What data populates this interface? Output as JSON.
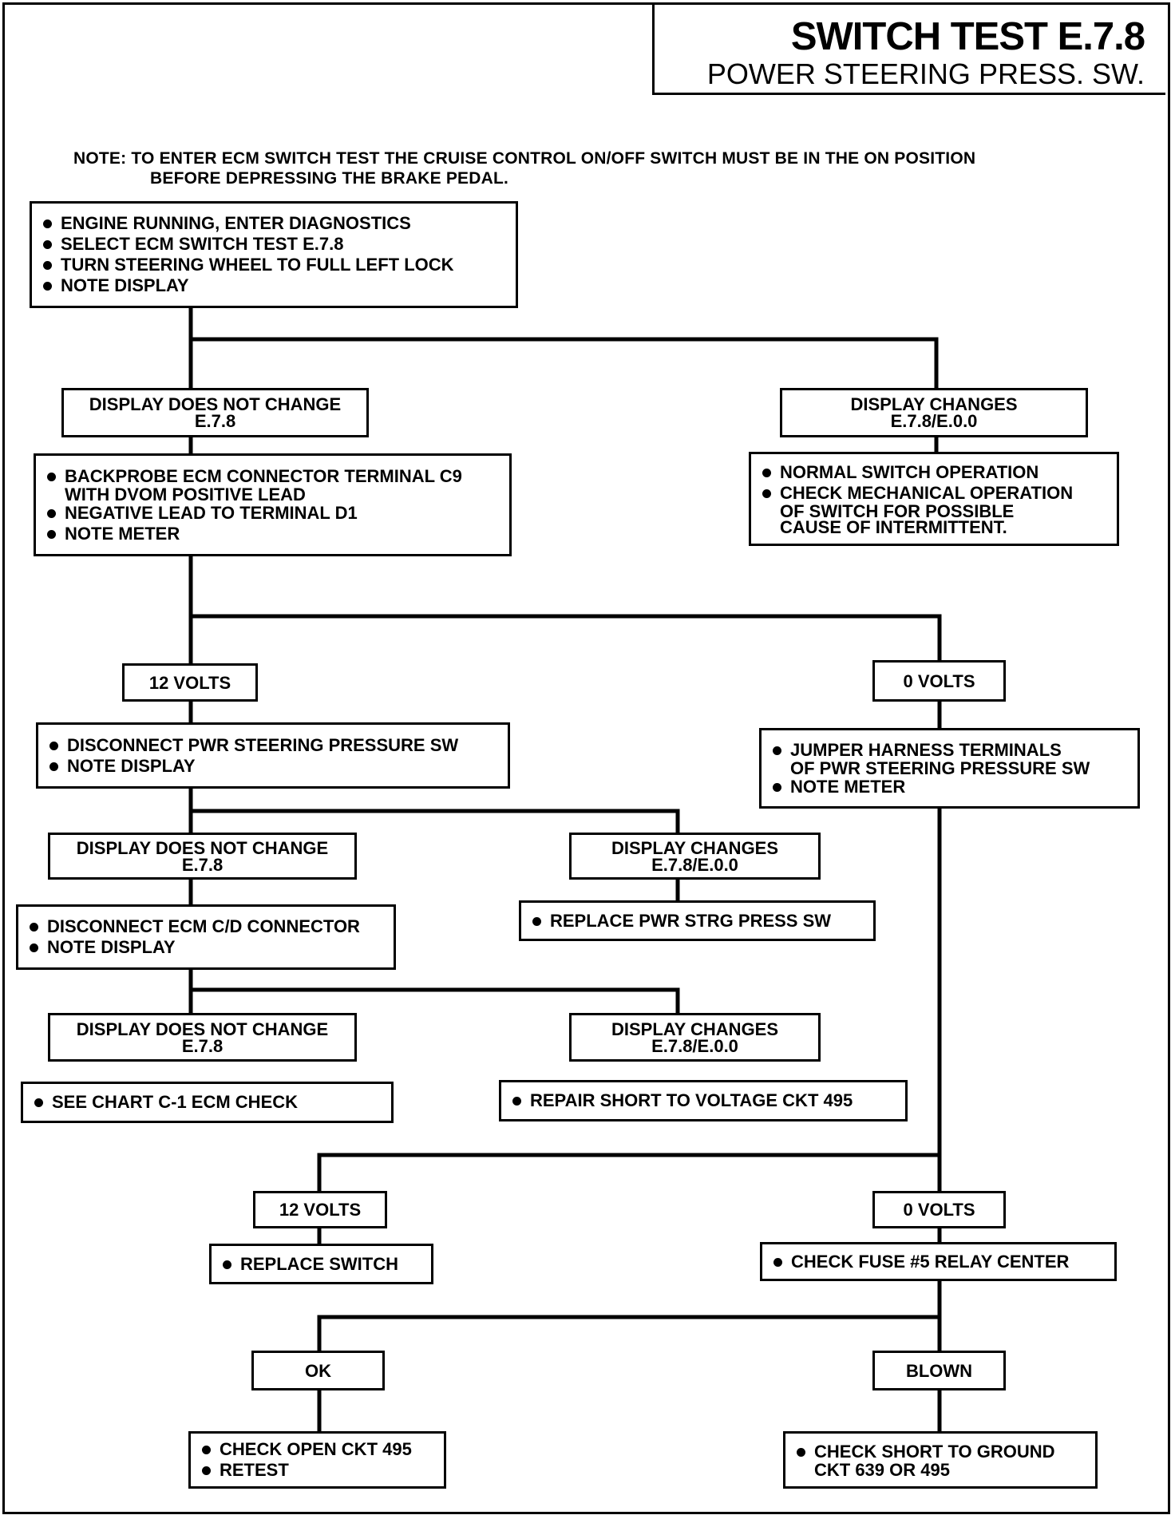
{
  "header": {
    "title": "SWITCH TEST E.7.8",
    "subtitle": "POWER STEERING PRESS. SW."
  },
  "note": {
    "line1": "NOTE: TO ENTER ECM SWITCH TEST THE CRUISE CONTROL ON/OFF SWITCH MUST BE IN THE ON POSITION",
    "line2": "BEFORE DEPRESSING THE BRAKE PEDAL."
  },
  "steps": {
    "start": [
      "ENGINE RUNNING, ENTER DIAGNOSTICS",
      "SELECT ECM SWITCH TEST E.7.8",
      "TURN STEERING WHEEL TO FULL LEFT LOCK",
      "NOTE DISPLAY"
    ],
    "no_change_1": [
      "DISPLAY DOES NOT CHANGE",
      "E.7.8"
    ],
    "changes_1": [
      "DISPLAY CHANGES",
      "E.7.8/E.0.0"
    ],
    "normal_op": {
      "item1": "NORMAL SWITCH OPERATION",
      "item2": "CHECK MECHANICAL OPERATION",
      "item2_cont1": "OF SWITCH  FOR POSSIBLE",
      "item2_cont2": "CAUSE OF INTERMITTENT."
    },
    "backprobe": {
      "item1": "BACKPROBE ECM CONNECTOR TERMINAL C9",
      "item1_cont": "WITH DVOM POSITIVE LEAD",
      "item2": "NEGATIVE LEAD TO TERMINAL D1",
      "item3": "NOTE METER"
    },
    "volts12_a": "12 VOLTS",
    "volts0_a": "0 VOLTS",
    "disconnect_sw": [
      "DISCONNECT PWR STEERING PRESSURE SW",
      "NOTE DISPLAY"
    ],
    "jumper": {
      "item1": "JUMPER HARNESS TERMINALS",
      "item1_cont": "OF PWR STEERING PRESSURE SW",
      "item2": "NOTE METER"
    },
    "no_change_2": [
      "DISPLAY DOES NOT CHANGE",
      "E.7.8"
    ],
    "changes_2": [
      "DISPLAY CHANGES",
      "E.7.8/E.0.0"
    ],
    "replace_press_sw": "REPLACE PWR STRG PRESS SW",
    "disconnect_ecm": [
      "DISCONNECT ECM C/D CONNECTOR",
      "NOTE DISPLAY"
    ],
    "no_change_3": [
      "DISPLAY DOES NOT CHANGE",
      "E.7.8"
    ],
    "changes_3": [
      "DISPLAY CHANGES",
      "E.7.8/E.0.0"
    ],
    "see_chart": "SEE  CHART C-1  ECM CHECK",
    "repair_short": "REPAIR SHORT TO VOLTAGE CKT 495",
    "volts12_b": "12 VOLTS",
    "volts0_b": "0 VOLTS",
    "replace_switch": "REPLACE SWITCH",
    "check_fuse": "CHECK FUSE #5 RELAY CENTER",
    "ok": "OK",
    "blown": "BLOWN",
    "check_open": [
      "CHECK OPEN CKT 495",
      "RETEST"
    ],
    "check_short_ground": {
      "item1": "CHECK SHORT TO GROUND",
      "item1_cont": "CKT 639 OR 495"
    }
  }
}
